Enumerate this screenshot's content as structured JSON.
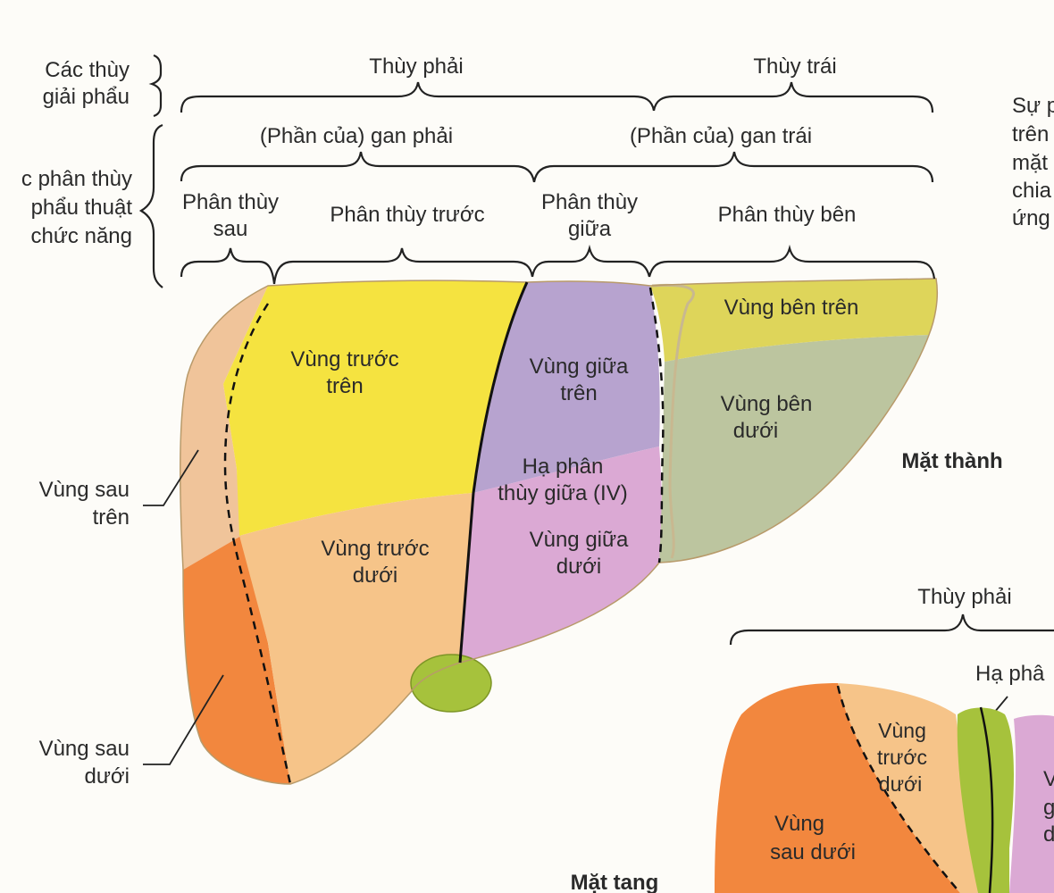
{
  "left_labels": {
    "anatomic_lobes": [
      "Các thùy",
      "giải phẩu"
    ],
    "functional_segments": [
      "c phân thùy",
      "phẩu thuật",
      "chức năng"
    ]
  },
  "lobes": {
    "right": "Thùy phải",
    "left": "Thùy trái"
  },
  "parts": {
    "right": "(Phần của) gan phải",
    "left": "(Phần của) gan trái"
  },
  "divisions": {
    "posterior": [
      "Phân thùy",
      "sau"
    ],
    "anterior": "Phân thùy trước",
    "medial": [
      "Phân thùy",
      "giữa"
    ],
    "lateral": "Phân thùy bên"
  },
  "segments": {
    "anterior_superior": [
      "Vùng trước",
      "trên"
    ],
    "medial_superior": [
      "Vùng giữa",
      "trên"
    ],
    "lateral_superior": "Vùng bên trên",
    "lateral_inferior": [
      "Vùng bên",
      "dưới"
    ],
    "subsegment_iv": [
      "Hạ phân",
      "thùy giữa (IV)"
    ],
    "medial_inferior": [
      "Vùng giữa",
      "dưới"
    ],
    "anterior_inferior": [
      "Vùng trước",
      "dưới"
    ],
    "posterior_superior": [
      "Vùng sau",
      "trên"
    ],
    "posterior_inferior": [
      "Vùng sau",
      "dưới"
    ]
  },
  "surface_labels": {
    "diaphragmatic": "Mặt thành",
    "visceral": "Mặt tang"
  },
  "right_note": [
    "Sự p",
    "trên",
    "mặt",
    "chia",
    "ứng"
  ],
  "visceral_view": {
    "lobe": "Thùy phải",
    "subsegment_cut": "Hạ phâ",
    "anterior_inferior": [
      "Vùng",
      "trước",
      "dưới"
    ],
    "posterior_inferior": [
      "Vùng",
      "sau dưới"
    ],
    "right_cut": [
      "V",
      "g",
      "d"
    ]
  },
  "colors": {
    "posterior_superior": "#f0c49a",
    "posterior_inferior": "#f2873e",
    "anterior_superior": "#f5e340",
    "anterior_inferior": "#f6c489",
    "medial_superior": "#b7a3cf",
    "medial_inferior": "#dba9d4",
    "lateral_superior": "#ded55a",
    "lateral_inferior": "#bcc59f",
    "gallbladder": "#a6c23c"
  }
}
